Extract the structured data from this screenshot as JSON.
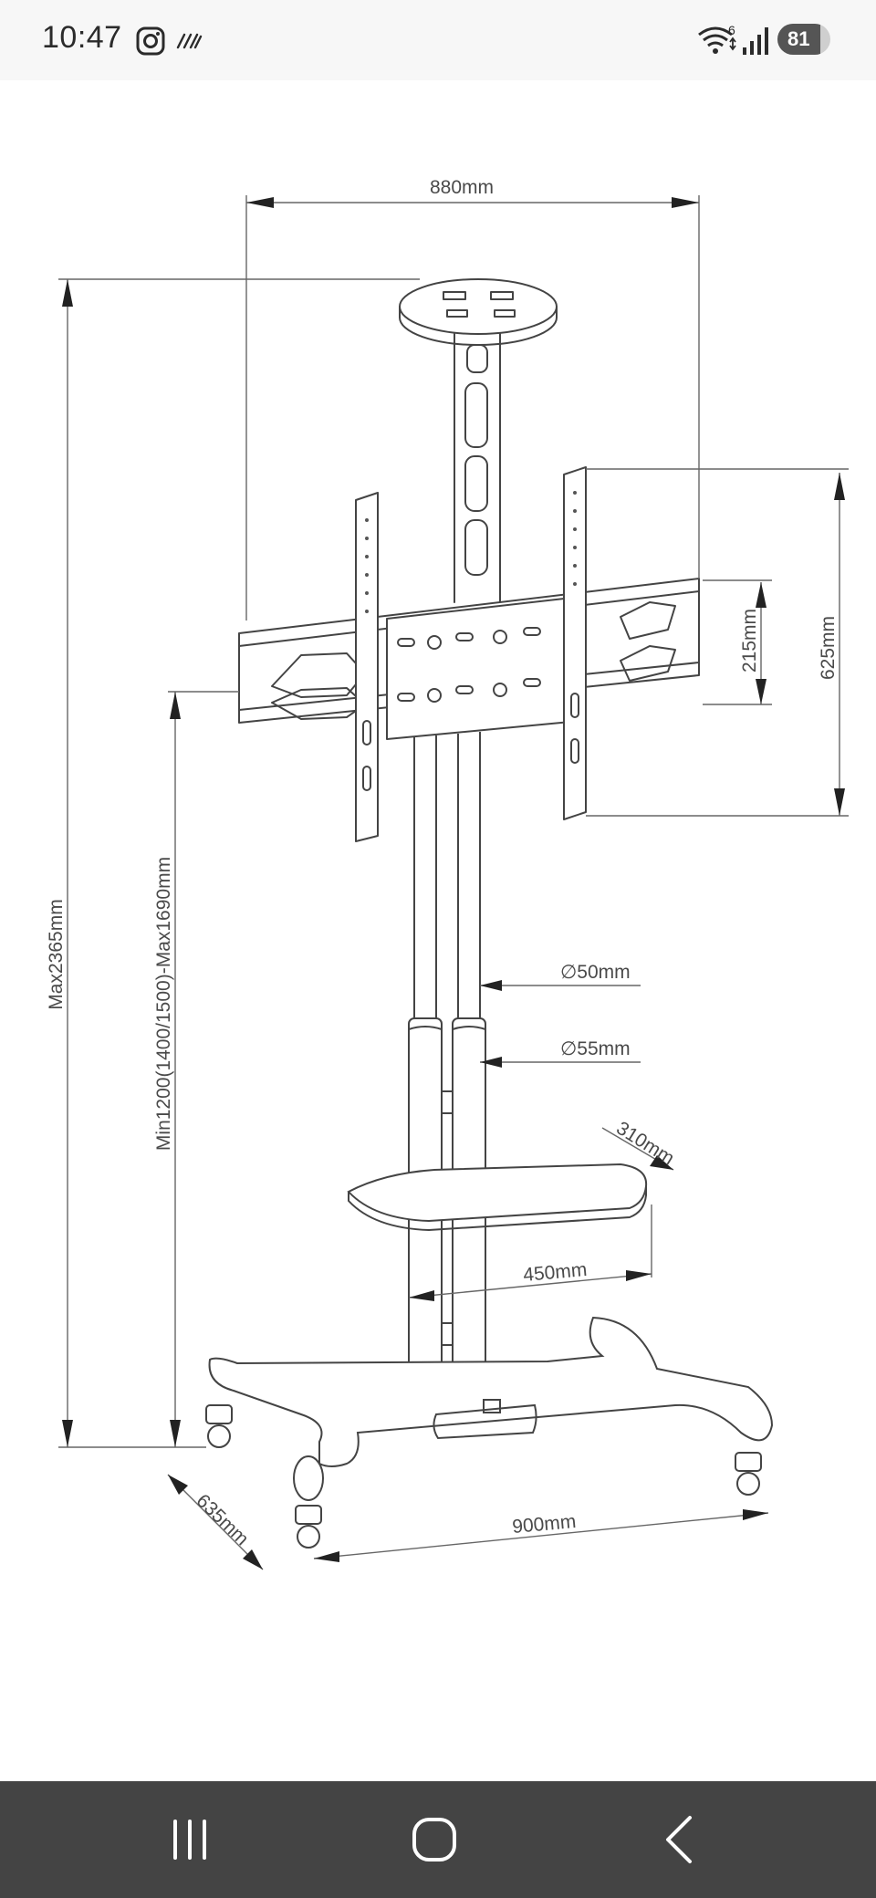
{
  "status_bar": {
    "time": "10:47",
    "wifi_badge": "6",
    "battery_level": 81,
    "battery_text": "81"
  },
  "drawing": {
    "labels": {
      "top_width": "880mm",
      "max_height": "Max2365mm",
      "height_range": "Min1200(1400/1500)-Max1690mm",
      "bracket_height": "625mm",
      "bracket_spacing": "215mm",
      "pole_diameter_small": "∅50mm",
      "pole_diameter_large": "∅55mm",
      "shelf_depth": "310mm",
      "shelf_width": "450mm",
      "base_depth": "635mm",
      "base_width": "900mm"
    }
  },
  "navigation": {
    "buttons": [
      "recent-apps",
      "home",
      "back"
    ]
  }
}
